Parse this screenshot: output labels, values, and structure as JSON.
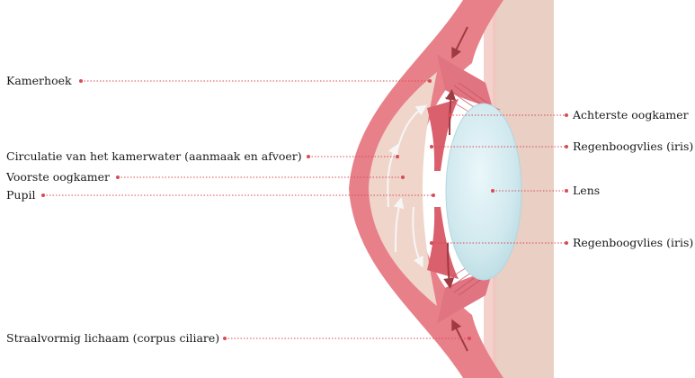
{
  "labels": {
    "kamerhoek": "Kamerhoek",
    "circulatie": "Circulatie van het kamerwater (aanmaak en afvoer)",
    "voorste_oogkamer": "Voorste oogkamer",
    "pupil": "Pupil",
    "straalvormig": "Straalvormig lichaam (corpus ciliare)",
    "achterste_oogkamer": "Achterste oogkamer",
    "regenboogvlies_boven": "Regenboogvlies (iris)",
    "lens": "Lens",
    "regenboogvlies_onder": "Regenboogvlies (iris)"
  },
  "colors": {
    "tissue": "#e8808a",
    "tissue_dark": "#c8505c",
    "chamber": "#f0d5cb",
    "background_tissue": "#e9cfc4",
    "lens": "#d3ecf1",
    "leader_line": "#d94a55",
    "arrow_dark": "#9e3a42",
    "arrow_light": "#f6f6f6"
  }
}
